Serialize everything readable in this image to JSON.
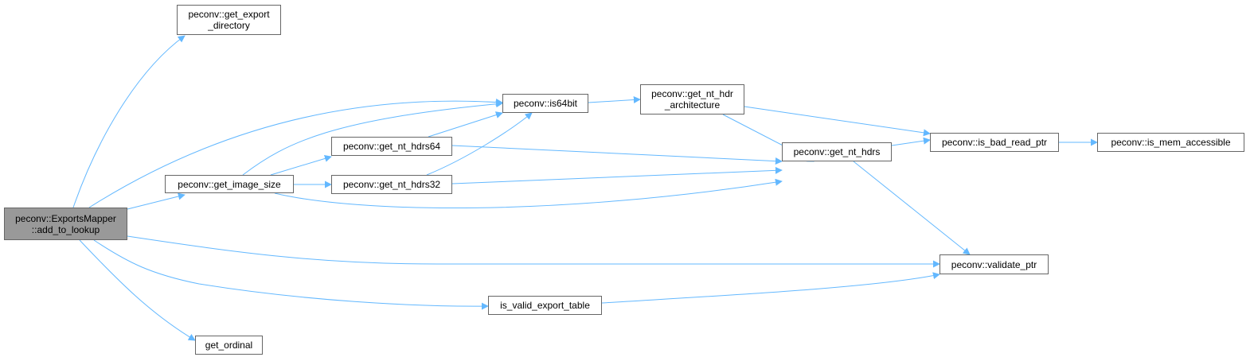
{
  "colors": {
    "edge": "#63b8ff",
    "root_fill": "#999999",
    "node_border": "#666666",
    "node_fill": "#ffffff"
  },
  "nodes": [
    {
      "id": "add_to_lookup",
      "lines": [
        "peconv::ExportsMapper",
        "::add_to_lookup"
      ],
      "root": true
    },
    {
      "id": "get_export_directory",
      "lines": [
        "peconv::get_export",
        "_directory"
      ]
    },
    {
      "id": "get_image_size",
      "lines": [
        "peconv::get_image_size"
      ]
    },
    {
      "id": "is64bit",
      "lines": [
        "peconv::is64bit"
      ]
    },
    {
      "id": "get_nt_hdrs64",
      "lines": [
        "peconv::get_nt_hdrs64"
      ]
    },
    {
      "id": "get_nt_hdrs32",
      "lines": [
        "peconv::get_nt_hdrs32"
      ]
    },
    {
      "id": "get_nt_hdr_architecture",
      "lines": [
        "peconv::get_nt_hdr",
        "_architecture"
      ]
    },
    {
      "id": "get_nt_hdrs",
      "lines": [
        "peconv::get_nt_hdrs"
      ]
    },
    {
      "id": "is_bad_read_ptr",
      "lines": [
        "peconv::is_bad_read_ptr"
      ]
    },
    {
      "id": "is_mem_accessible",
      "lines": [
        "peconv::is_mem_accessible"
      ]
    },
    {
      "id": "validate_ptr",
      "lines": [
        "peconv::validate_ptr"
      ]
    },
    {
      "id": "is_valid_export_table",
      "lines": [
        "is_valid_export_table"
      ]
    },
    {
      "id": "get_ordinal",
      "lines": [
        "get_ordinal"
      ]
    }
  ],
  "edges": [
    [
      "add_to_lookup",
      "get_export_directory"
    ],
    [
      "add_to_lookup",
      "is64bit"
    ],
    [
      "add_to_lookup",
      "get_image_size"
    ],
    [
      "add_to_lookup",
      "validate_ptr"
    ],
    [
      "add_to_lookup",
      "is_valid_export_table"
    ],
    [
      "add_to_lookup",
      "get_ordinal"
    ],
    [
      "get_image_size",
      "is64bit"
    ],
    [
      "get_image_size",
      "get_nt_hdrs64"
    ],
    [
      "get_image_size",
      "get_nt_hdrs32"
    ],
    [
      "get_image_size",
      "get_nt_hdrs"
    ],
    [
      "get_nt_hdrs64",
      "is64bit"
    ],
    [
      "get_nt_hdrs64",
      "get_nt_hdrs"
    ],
    [
      "get_nt_hdrs32",
      "is64bit"
    ],
    [
      "get_nt_hdrs32",
      "get_nt_hdrs"
    ],
    [
      "is64bit",
      "get_nt_hdr_architecture"
    ],
    [
      "get_nt_hdr_architecture",
      "is_bad_read_ptr"
    ],
    [
      "get_nt_hdr_architecture",
      "get_nt_hdrs"
    ],
    [
      "get_nt_hdrs",
      "is_bad_read_ptr"
    ],
    [
      "get_nt_hdrs",
      "validate_ptr"
    ],
    [
      "is_bad_read_ptr",
      "is_mem_accessible"
    ],
    [
      "is_valid_export_table",
      "validate_ptr"
    ]
  ]
}
